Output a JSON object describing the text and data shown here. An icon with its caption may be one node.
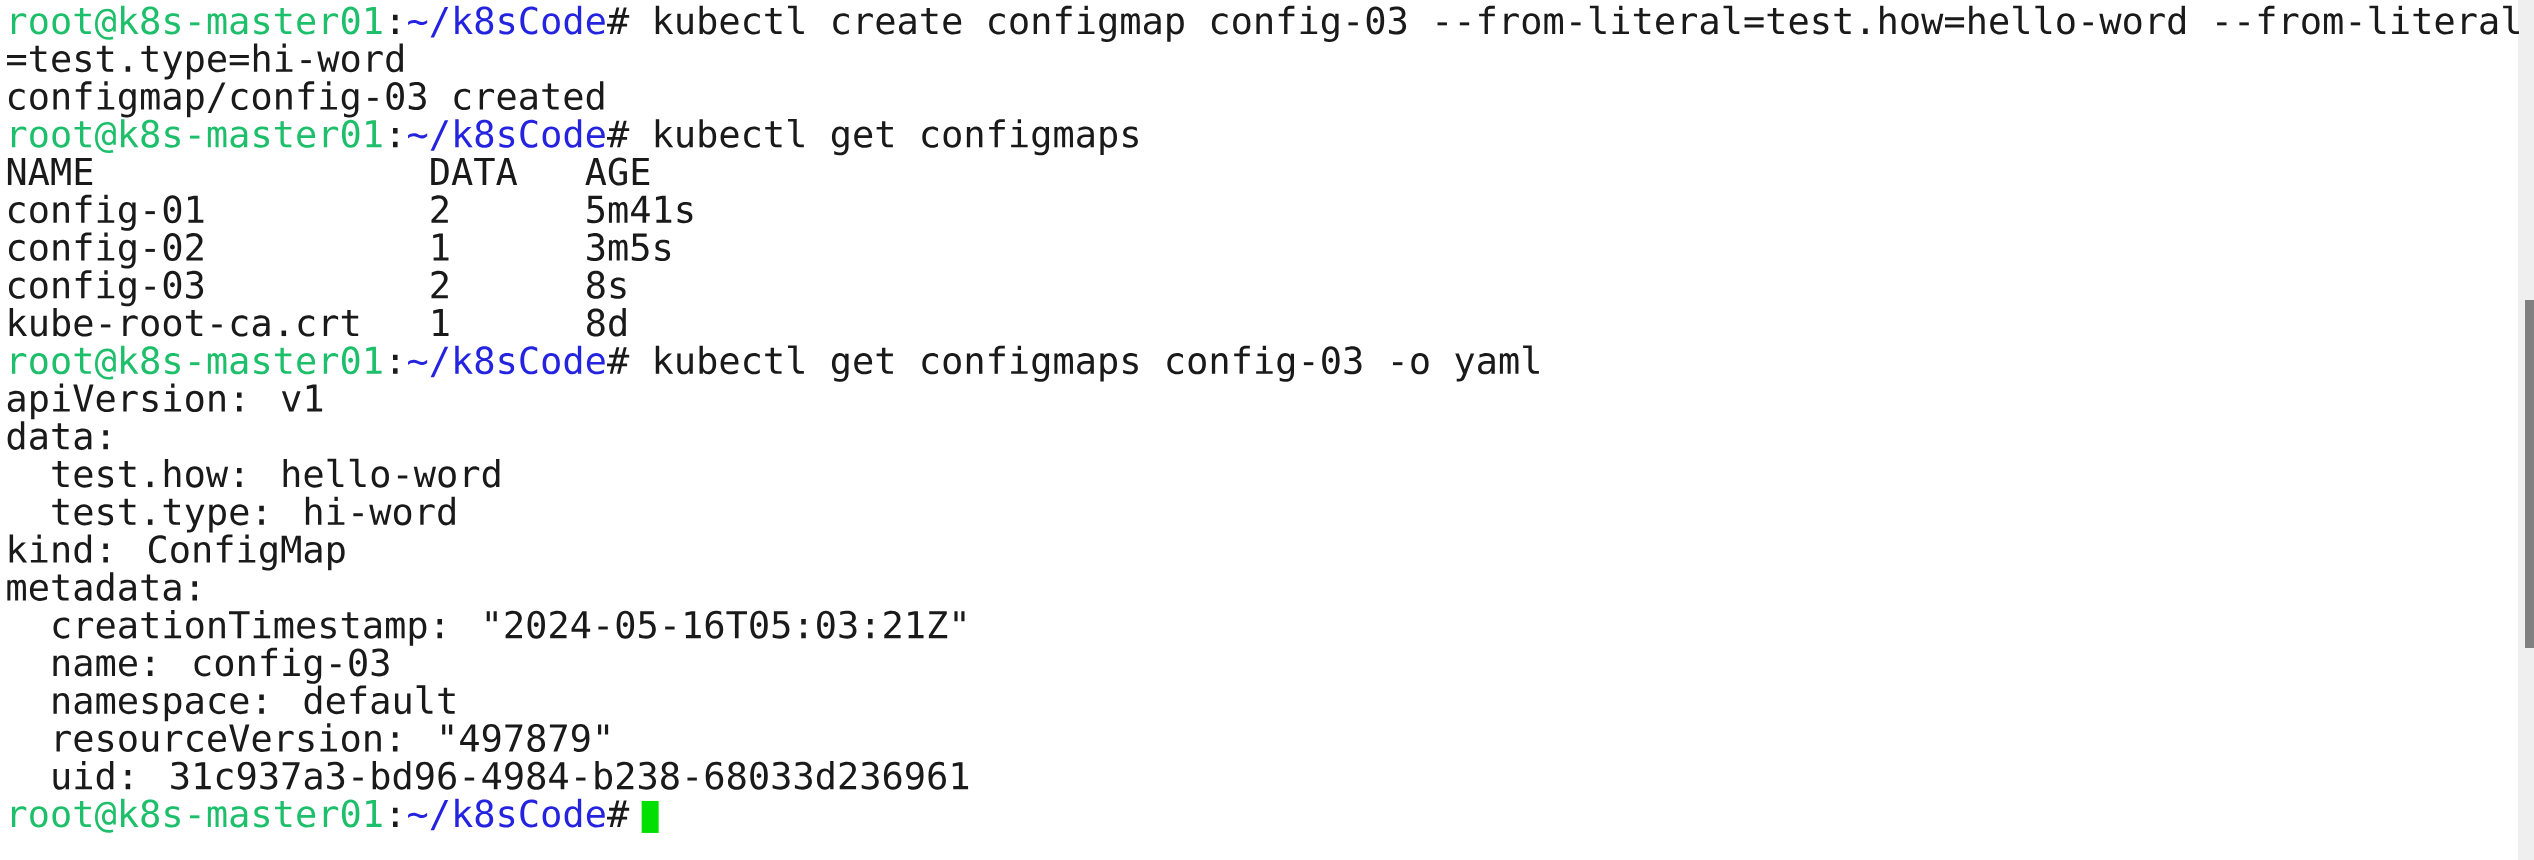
{
  "diagram": {
    "labels": [
      "root@k8s-master01",
      ":",
      "~/k8sCode",
      "# kubectl create configmap config-03 --from-literal=test.how=hello-word --from-literal",
      "=test.type=hi-word",
      "configmap/config-03 created",
      "root@k8s-master01",
      ":",
      "~/k8sCode",
      "# kubectl get configmaps",
      "NAME",
      "DATA",
      "AGE",
      "config-01",
      "2",
      "5m41s",
      "config-02",
      "1",
      "3m5s",
      "config-03",
      "2",
      "8s",
      "kube-root-ca.crt",
      "1",
      "8d",
      "root@k8s-master01",
      ":",
      "~/k8sCode",
      "# kubectl get configmaps config-03 -o yaml",
      "apiVersion: v1",
      "data:",
      "test.how: hello-word",
      "test.type: hi-word",
      "kind: ConfigMap",
      "metadata:",
      "creationTimestamp: \"2024-05-16T05:03:21Z\"",
      "name: config-03",
      "namespace: default",
      "resourceVersion: \"497879\"",
      "uid: 31c937a3-bd96-4984-b238-68033d236961",
      "root@k8s-master01",
      ":",
      "~/k8sCode",
      "#"
    ]
  }
}
